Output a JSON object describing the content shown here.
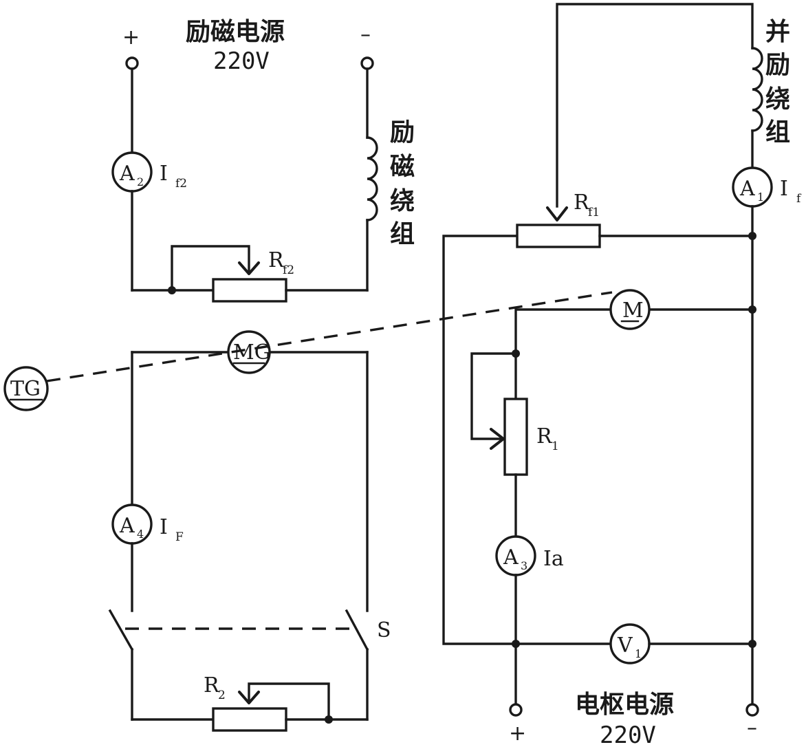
{
  "excitation_supply": {
    "name": "励磁电源",
    "voltage": "220V",
    "plus": "+",
    "minus": "–"
  },
  "armature_supply": {
    "name": "电枢电源",
    "voltage": "220V",
    "plus": "+",
    "minus": "–"
  },
  "excitation_winding": [
    "励",
    "磁",
    "绕",
    "组"
  ],
  "shunt_winding": [
    "并",
    "励",
    "绕",
    "组"
  ],
  "meters": {
    "A2": {
      "main": "A",
      "sub": "2"
    },
    "A1": {
      "main": "A",
      "sub": "1"
    },
    "A4": {
      "main": "A",
      "sub": "4"
    },
    "A3": {
      "main": "A",
      "sub": "3"
    },
    "V1": {
      "main": "V",
      "sub": "1"
    }
  },
  "machines": {
    "M": "M",
    "MG": "MG",
    "TG": "TG"
  },
  "currents": {
    "If2": {
      "main": "I",
      "sub": "f2"
    },
    "If": {
      "main": "I",
      "sub": "f"
    },
    "IF": {
      "main": "I",
      "sub": "F"
    },
    "Ia": {
      "main": "Ia"
    }
  },
  "resistors": {
    "Rf2": {
      "main": "R",
      "sub": "f2"
    },
    "Rf1": {
      "main": "R",
      "sub": "f1"
    },
    "R1": {
      "main": "R",
      "sub": "1"
    },
    "R2": {
      "main": "R",
      "sub": "2"
    }
  },
  "switch": {
    "label": "S"
  }
}
